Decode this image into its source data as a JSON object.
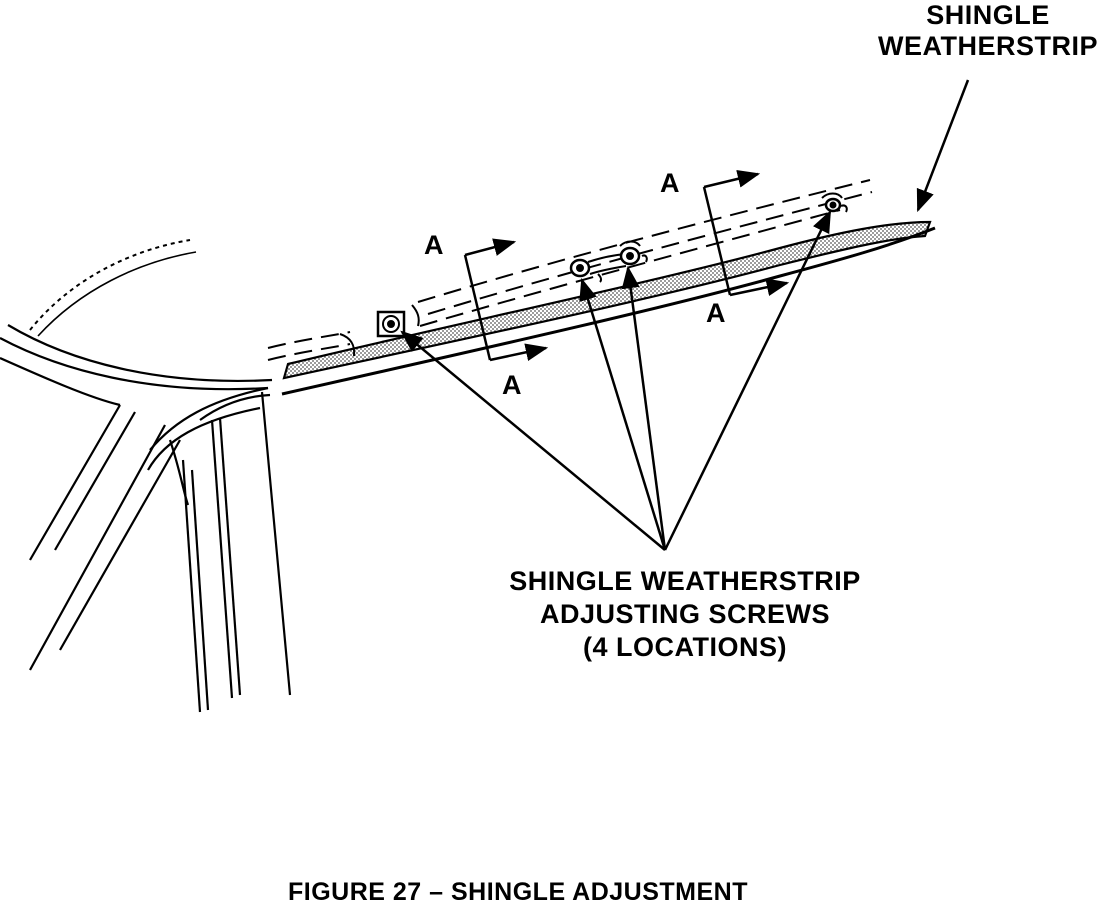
{
  "labels": {
    "weatherstrip_line1": "SHINGLE",
    "weatherstrip_line2": "WEATHERSTRIP",
    "screws_line1": "SHINGLE WEATHERSTRIP",
    "screws_line2": "ADJUSTING SCREWS",
    "screws_line3": "(4 LOCATIONS)",
    "section_marker": "A"
  },
  "caption": "FIGURE 27 – SHINGLE ADJUSTMENT",
  "colors": {
    "ink": "#000000",
    "paper": "#ffffff",
    "weatherstrip_fill": "#bdbdbd"
  }
}
